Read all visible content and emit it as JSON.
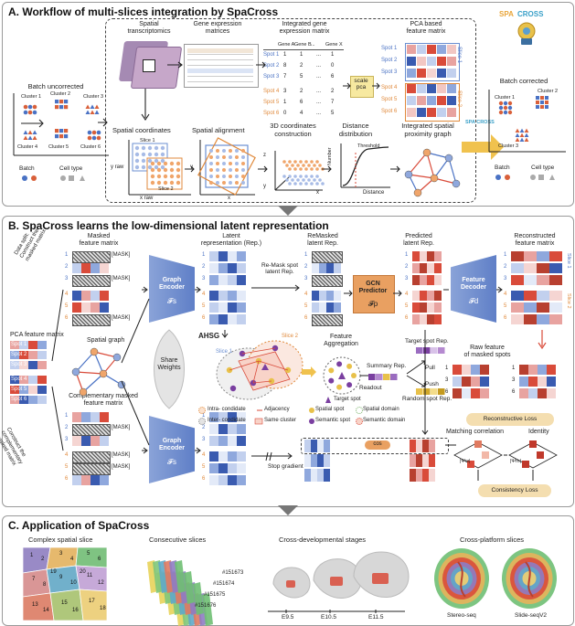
{
  "panel_a": {
    "title": "A. Workflow of multi-slices integration by SpaCross",
    "logo": {
      "part1": "SPA",
      "part2": "CROSS"
    },
    "batch_uncorrected": "Batch uncorrected",
    "batch_corrected": "Batch corrected",
    "clusters_left": [
      "Cluster 1",
      "Cluster 2",
      "Cluster 3",
      "Cluster 4",
      "Cluster 5",
      "Cluster 6"
    ],
    "clusters_right": [
      "Cluster 1",
      "Cluster 2",
      "Cluster 3"
    ],
    "legend_batch": "Batch",
    "legend_cell_type": "Cell type",
    "spatial_transcriptomics": "Spatial\ntranscriptomics",
    "gene_expression_matrices": "Gene expression\nmatrices",
    "integrated_gene_matrix": "Integrated gene\nexpression matrix",
    "pca_feature_matrix": "PCA based\nfeature matrix",
    "scale_pca": "scale\npca",
    "gene_header": [
      "Gene A",
      "Gene B",
      "...",
      "Gene X"
    ],
    "matrix_rows": [
      {
        "spot": "Spot 1",
        "vals": [
          "1",
          "1",
          "...",
          "1"
        ]
      },
      {
        "spot": "Spot 2",
        "vals": [
          "8",
          "2",
          "...",
          "0"
        ]
      },
      {
        "spot": "Spot 3",
        "vals": [
          "7",
          "5",
          "...",
          "6"
        ]
      },
      {
        "spot": "Spot 4",
        "vals": [
          "3",
          "2",
          "...",
          "2"
        ]
      },
      {
        "spot": "Spot 5",
        "vals": [
          "1",
          "6",
          "...",
          "7"
        ]
      },
      {
        "spot": "Spot 6",
        "vals": [
          "0",
          "4",
          "...",
          "5"
        ]
      }
    ],
    "pca_spots": [
      "Spot 1",
      "Spot 2",
      "Spot 3",
      "Spot 4",
      "Spot 5",
      "Spot 6"
    ],
    "slice1": "Slice 1",
    "slice2": "Slice 2",
    "batch_label": "Batch",
    "spatial_coordinates": "Spatial coordinates",
    "spatial_alignment": "Spatial alignment",
    "coords_3d": "3D coordinates\nconstruction",
    "distance_distribution": "Distance\ndistribution",
    "proximity_graph": "Integrated spatial\nproximity graph",
    "y_raw": "y raw",
    "x_raw": "x raw",
    "axis_x": "x",
    "axis_y": "y",
    "axis_z": "z",
    "number": "Number",
    "threshold": "Threshold",
    "distance": "Distance",
    "spacross_arrow": "SPA CROSS"
  },
  "panel_b": {
    "title": "B. SpaCross learns the low-dimensional latent representation",
    "masked_feature_matrix": "Masked\nfeature matrix",
    "data_split": "Data split:\nConstruct the\nmasked matrix",
    "construct_complementary": "Construct the\ncomplementary\nmasked matrix",
    "mask": "[MASK]",
    "pca_feature_matrix": "PCA feature matrix",
    "spots": [
      "Spot 1",
      "Spot 2",
      "Spot 3",
      "Spot 4",
      "Spot 5",
      "Spot 6"
    ],
    "row_nums": [
      "1",
      "2",
      "3",
      "4",
      "5",
      "6"
    ],
    "spatial_graph": "Spatial graph",
    "share_weights": "Share\nWeights",
    "complementary_masked": "Complementary masked\nfeature matrix",
    "graph_encoder": "Graph\nEncoder",
    "fs": "𝓕s",
    "latent_rep": "Latent\nrepresentation (Rep.)",
    "remask_spot": "Re-Mask spot\nlatent Rep.",
    "remasked_latent": "ReMasked\nlatent Rep.",
    "predicted_latent": "Predicted\nlatent Rep.",
    "gcn_predictor": "GCN\nPredictor",
    "fp": "𝓕p",
    "feature_decoder": "Feature\nDecoder",
    "fd": "𝓕d",
    "reconstructed": "Reconstructed\nfeature matrix",
    "slice1": "Slice 1",
    "slice2": "Slice 2",
    "ahsg": "AHSG",
    "feature_aggregation": "Feature\nAggregation",
    "summary_rep": "Summary Rep.",
    "readout": "Readout",
    "target_spot_rep": "Target spot Rep.",
    "pull": "Pull",
    "push": "Push",
    "random_spot_rep": "Random spot Rep.",
    "target_spot": "Target spot",
    "legend": [
      "Intra- condidate",
      "Adjacency",
      "Spatial spot",
      "Spatial domain",
      "Inter- condidate",
      "Same cluster",
      "Semantic spot",
      "Semantic domain"
    ],
    "raw_feature": "Raw feature\nof masked spots",
    "reconstructive_loss": "Reconstructive Loss",
    "stop_gradient": "Stop gradient",
    "cos": "cos",
    "matching_correlation": "Matching correlation",
    "identity": "Identity",
    "consistency_loss": "Consistency Loss",
    "psi_w": "|Ψw|",
    "psi_m": "|Ψm|"
  },
  "panel_c": {
    "title": "C. Application of SpaCross",
    "complex_slice": "Complex spatial slice",
    "consecutive_slices": "Consecutive slices",
    "slice_ids": [
      "#151673",
      "#151674",
      "#151675",
      "#151676"
    ],
    "cross_dev": "Cross-developmental stages",
    "stages": [
      "E9.5",
      "E10.5",
      "E11.5"
    ],
    "cross_platform": "Cross-platform slices",
    "platforms": [
      "Stereo-seq",
      "Slide-seqV2"
    ],
    "region_nums": [
      "1",
      "2",
      "3",
      "4",
      "5",
      "6",
      "7",
      "8",
      "9",
      "10",
      "11",
      "12",
      "13",
      "14",
      "15",
      "16",
      "17",
      "18",
      "19",
      "20"
    ]
  },
  "colors": {
    "blue": "#4a72c4",
    "red": "#d94b3a",
    "orange": "#e08a3c",
    "purple": "#7a3fa0",
    "gold": "#e8c14a",
    "gcn": "#e9a061"
  }
}
